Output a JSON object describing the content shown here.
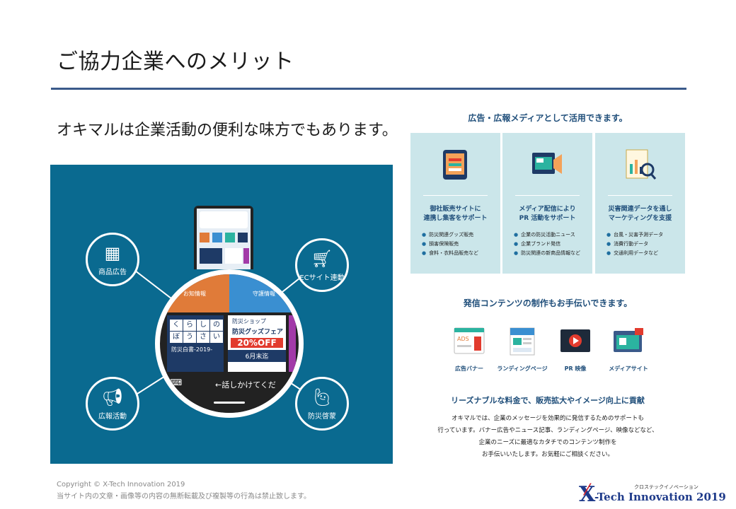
{
  "slide": {
    "title": "ご協力企業へのメリット",
    "subtitle": "オキマルは企業活動の便利な味方でもあります。"
  },
  "illustration": {
    "nodes": [
      {
        "label": "商品広告",
        "icon": "storefront-icon"
      },
      {
        "label": "ECサイト連動",
        "icon": "shopping-cart-icon"
      },
      {
        "label": "広報活動",
        "icon": "megaphone-icon"
      },
      {
        "label": "防災啓蒙",
        "icon": "person-alert-icon"
      }
    ],
    "phone": {
      "tab_left": "お知情報",
      "tab_right": "守護情報",
      "kurashi_chars": [
        "く",
        "ら",
        "し",
        "の",
        "ぼ",
        "う",
        "さ",
        "い"
      ],
      "kurashi_caption": "防災白書-2019-",
      "fair_brand": "防災ショップ",
      "fair_name": "防災グッズフェア",
      "fair_discount": "20%OFF",
      "fair_end": "6月末迄",
      "input_placeholder": "←話しかけてくだ"
    }
  },
  "right_panel": {
    "heading1": "広告・広報メディアとして活用できます。",
    "columns": [
      {
        "icon": "smartphone-shop-icon",
        "title_line1": "御社販売サイトに",
        "title_line2": "連携し集客をサポート",
        "bullets": [
          "防災関連グッズ販売",
          "損害保険販売",
          "食料・衣料品販売など"
        ]
      },
      {
        "icon": "media-broadcast-icon",
        "title_line1": "メディア配信により",
        "title_line2": "PR 活動をサポート",
        "bullets": [
          "企業の防災活動ニュース",
          "企業ブランド発信",
          "防災関連の新商品情報など"
        ]
      },
      {
        "icon": "data-analysis-icon",
        "title_line1": "災害関連データを通し",
        "title_line2": "マーケティングを支援",
        "bullets": [
          "台風・災害予測データ",
          "消費行動データ",
          "交通利用データなど"
        ]
      }
    ],
    "heading2": "発信コンテンツの制作もお手伝いできます。",
    "media_items": [
      {
        "label": "広告バナー",
        "icon": "ad-banner-icon",
        "badge": "ADS"
      },
      {
        "label": "ランディングページ",
        "icon": "landing-page-icon"
      },
      {
        "label": "PR 映像",
        "icon": "video-play-icon"
      },
      {
        "label": "メディアサイト",
        "icon": "media-site-icon"
      }
    ],
    "heading3": "リーズナブルな料金で、販売拡大やイメージ向上に貢献",
    "body_lines": [
      "オキマルでは、企業のメッセージを効果的に発信するためのサポートも",
      "行っています。バナー広告やニュース記事、ランディングページ、映像などなど、",
      "企業のニーズに最適なカタチでのコンテンツ制作を",
      "お手伝いいたします。お気軽にご相談ください。"
    ]
  },
  "footer": {
    "copyright": "Copyright © X-Tech Innovation 2019",
    "notice": "当サイト内の文章・画像等の内容の無断転載及び複製等の行為は禁止致します。"
  },
  "logo": {
    "kana": "クロステックイノベーション",
    "name": "-Tech Innovation 2019"
  },
  "colors": {
    "illustration_bg": "#0a6a90",
    "panel_bg": "#cbe6ea",
    "heading_blue": "#1f4e7a",
    "rule_blue": "#3a5a8a",
    "accent_red": "#e23b2e"
  }
}
